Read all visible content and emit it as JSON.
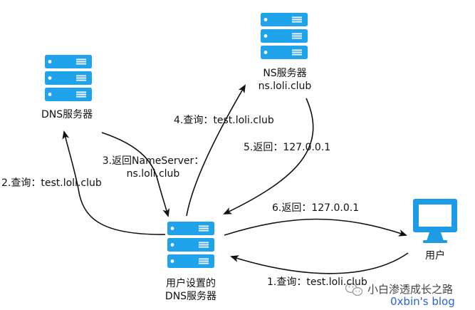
{
  "nodes": {
    "dns_left": {
      "label": "DNS服务器",
      "icon": "server-icon"
    },
    "ns_server": {
      "label_line1": "NS服务器",
      "label_line2": "ns.loli.club",
      "icon": "server-icon"
    },
    "user_dns": {
      "label_line1": "用户设置的",
      "label_line2": "DNS服务器",
      "icon": "server-icon"
    },
    "user": {
      "label": "用户",
      "icon": "monitor-icon"
    }
  },
  "edges": {
    "step1": "1.查询：test.loli.club",
    "step2": "2.查询：test.loli.club",
    "step3_line1": "3.返回NameServer：",
    "step3_line2": "ns.loli.club",
    "step4": "4.查询：test.loli.club",
    "step5": "5.返回：127.0.0.1",
    "step6": "6.返回：127.0.0.1"
  },
  "watermark": {
    "line1": "小白渗透成长之路",
    "line2": "0xbin's blog",
    "icon": "wechat-icon"
  },
  "colors": {
    "server_blue": "#1FA3EB",
    "monitor_blue": "#1E9BE6",
    "arrow": "#111111",
    "watermark_blue": "#2B63D9"
  }
}
